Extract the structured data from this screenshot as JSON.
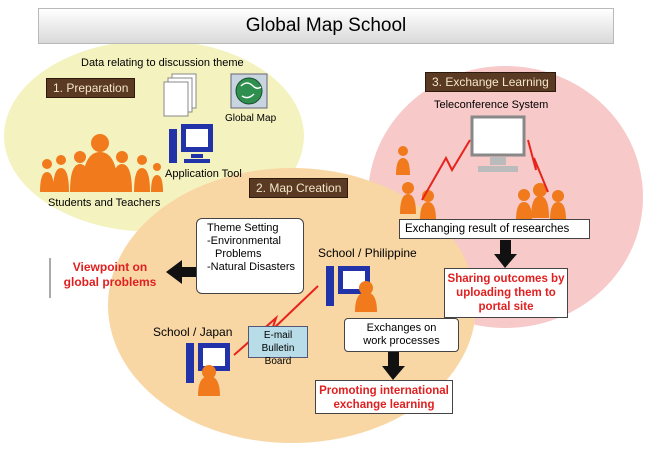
{
  "title": "Global Map School",
  "preparation": {
    "label": "1. Preparation",
    "data_caption": "Data relating to discussion theme",
    "global_map": "Global Map",
    "application_tool": "Application Tool",
    "students": "Students and Teachers"
  },
  "exchange": {
    "label": "3. Exchange Learning",
    "teleconference": "Teleconference System",
    "result_box": "Exchanging result of researches",
    "sharing": [
      "Sharing outcomes by",
      "uploading them to",
      "portal site"
    ]
  },
  "map_creation": {
    "label": "2. Map Creation",
    "theme_lines": [
      "Theme Setting",
      "-Environmental",
      "Problems",
      "-Natural Disasters"
    ],
    "viewpoint": [
      "Viewpoint on",
      "global problems"
    ],
    "school_philippine": "School / Philippine",
    "school_japan": "School / Japan",
    "bulletin": [
      "E-mail",
      "Bulletin Board"
    ],
    "exchanges": [
      "Exchanges on",
      "work processes"
    ],
    "promoting": [
      "Promoting international",
      "exchange learning"
    ]
  },
  "colors": {
    "orange": "#f07a1c",
    "blue": "#2233aa",
    "red_line": "#e8231c",
    "red_text": "#e02020",
    "prep_circle": "#f4f3c0",
    "exchange_circle": "#f7c9c9",
    "map_circle": "#f8d7a4"
  },
  "icons": [
    "document-stack-icon",
    "globe-map-icon",
    "computer-icon",
    "people-group-icon",
    "monitor-icon",
    "arrow-right-icon",
    "arrow-down-icon",
    "lightning-link-icon"
  ]
}
